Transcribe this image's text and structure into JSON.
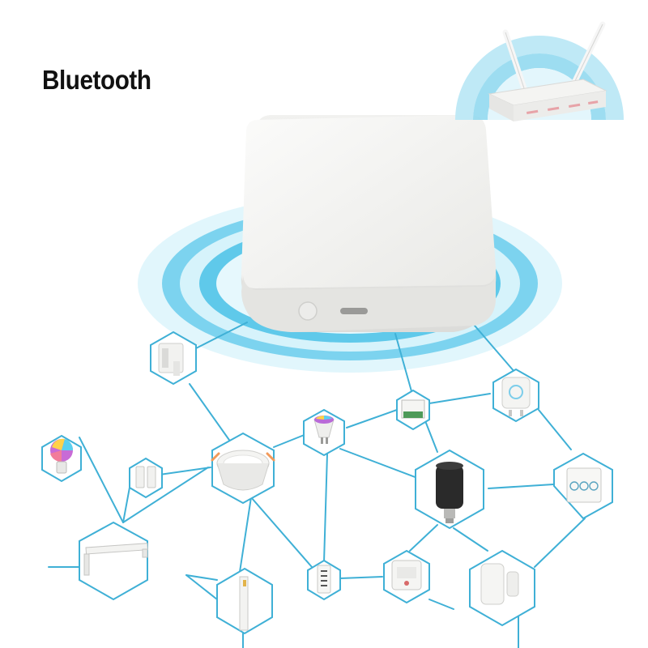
{
  "title": "Bluetooth",
  "colors": {
    "line": "#3fb0d6",
    "glow": "#41c6ea",
    "hub": "#f3f3f1",
    "router_wave": "#8fd8ee"
  },
  "nodes": [
    {
      "name": "hub-gateway",
      "icon": "bluetooth-gateway-hub"
    },
    {
      "name": "wifi-router",
      "icon": "router-icon"
    },
    {
      "name": "finger-bot",
      "icon": "finger-bot-icon"
    },
    {
      "name": "smart-bulb",
      "icon": "color-bulb-icon"
    },
    {
      "name": "curtain-sensor",
      "icon": "curtain-motor-icon"
    },
    {
      "name": "downlight",
      "icon": "downlight-icon"
    },
    {
      "name": "gu10-bulb",
      "icon": "gu10-bulb-icon"
    },
    {
      "name": "relay-module",
      "icon": "relay-module-icon"
    },
    {
      "name": "smart-plug",
      "icon": "smart-plug-icon"
    },
    {
      "name": "radiator-valve",
      "icon": "radiator-valve-icon"
    },
    {
      "name": "touch-switch",
      "icon": "touch-switch-icon"
    },
    {
      "name": "curtain-rail",
      "icon": "curtain-rail-icon"
    },
    {
      "name": "roller-blind",
      "icon": "roller-blind-icon"
    },
    {
      "name": "remote-control",
      "icon": "remote-control-icon"
    },
    {
      "name": "thermostat",
      "icon": "thermostat-icon"
    },
    {
      "name": "door-sensor",
      "icon": "door-sensor-icon"
    }
  ]
}
